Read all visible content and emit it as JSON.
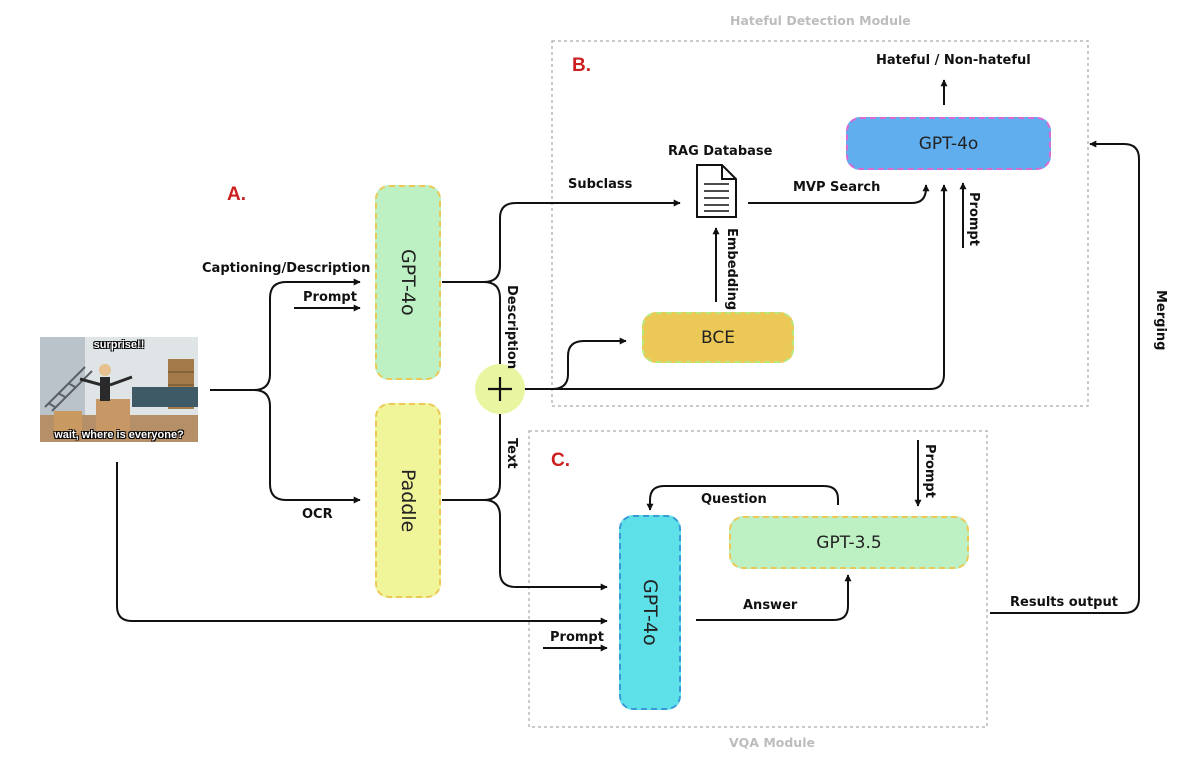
{
  "modules": {
    "hateful_detection": "Hateful Detection Module",
    "vqa": "VQA  Module"
  },
  "sections": {
    "a": "A.",
    "b": "B.",
    "c": "C."
  },
  "nodes": {
    "gpt4o_a": "GPT-4o",
    "paddle": "Paddle",
    "bce": "BCE",
    "gpt4o_b": "GPT-4o",
    "gpt35": "GPT-3.5",
    "gpt4o_c": "GPT-4o",
    "rag_database": "RAG Database"
  },
  "edges": {
    "captioning": "Captioning/Description",
    "prompt_a": "Prompt",
    "ocr": "OCR",
    "subclass": "Subclass",
    "mvp_search": "MVP Search",
    "embedding": "Embedding",
    "prompt_b": "Prompt",
    "description": "Description",
    "text": "Text",
    "output": "Hateful / Non-hateful",
    "merging": "Merging",
    "question": "Question",
    "answer": "Answer",
    "prompt_c_top": "Prompt",
    "prompt_c": "Prompt",
    "results_output": "Results output"
  },
  "meme": {
    "top_text": "surprise!!",
    "bottom_text": "wait, where is everyone?"
  },
  "colors": {
    "green": "#bdf0c2",
    "yellow": "#f1f59a",
    "gold": "#ecc957",
    "blue": "#61aeee",
    "cyan": "#5ee0e8",
    "plus_fill": "#e9f5a0",
    "section_red": "#cc1f1f"
  },
  "icons": {
    "rag": "document-icon",
    "merge": "plus-icon"
  }
}
